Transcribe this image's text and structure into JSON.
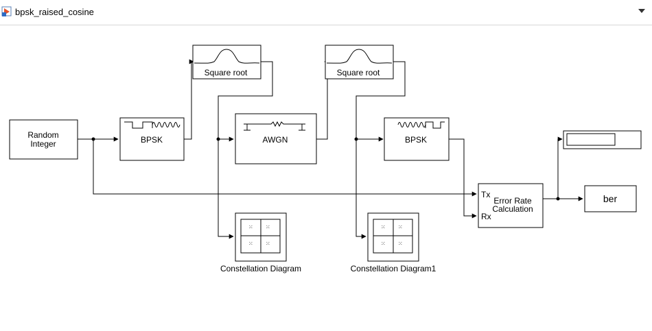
{
  "window": {
    "title": "bpsk_raised_cosine",
    "app_icon": "simulink-model-icon",
    "menu_icon": "chevron-down-icon"
  },
  "blocks": {
    "random_integer": {
      "line1": "Random",
      "line2": "Integer"
    },
    "bpsk_mod": {
      "label": "BPSK"
    },
    "sqrt_tx": {
      "label": "Square root"
    },
    "awgn": {
      "label": "AWGN"
    },
    "sqrt_rx": {
      "label": "Square root"
    },
    "bpsk_demod": {
      "label": "BPSK"
    },
    "error_rate": {
      "line1": "Error Rate",
      "line2": "Calculation",
      "port_tx": "Tx",
      "port_rx": "Rx"
    },
    "ber": {
      "label": "ber"
    },
    "constellation1": {
      "label": "Constellation Diagram"
    },
    "constellation2": {
      "label": "Constellation Diagram1"
    }
  },
  "colors": {
    "line": "#000000",
    "block_fill": "#ffffff",
    "border": "#d6d6d6"
  }
}
